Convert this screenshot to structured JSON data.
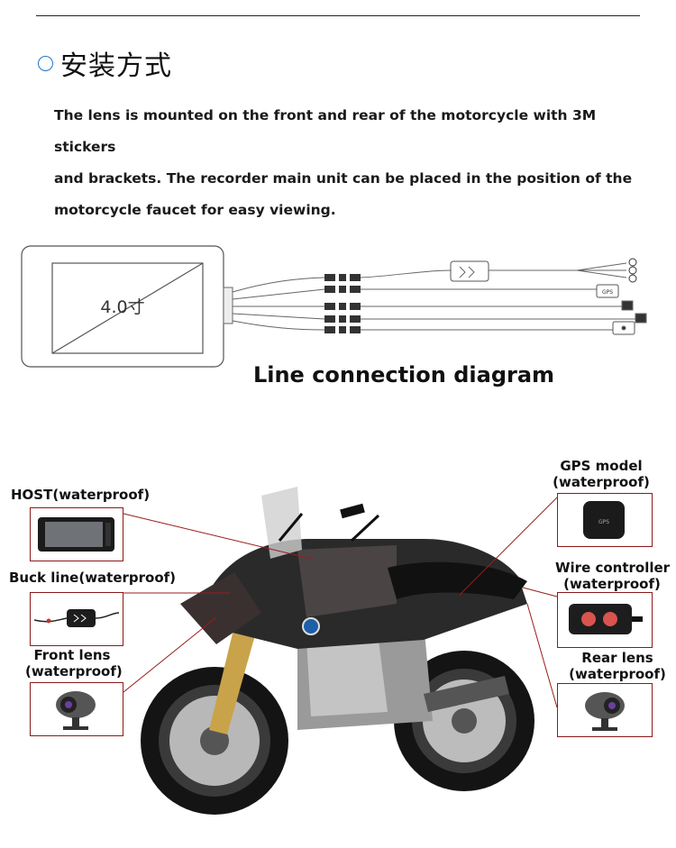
{
  "section": {
    "title": "安装方式",
    "icon": "circle-outline-icon",
    "accent": "#1f73c4"
  },
  "description": {
    "line1": "The lens is mounted on the front and rear of the motorcycle with 3M stickers",
    "line2": "and brackets. The recorder main unit can be placed in the position of the",
    "line3": "motorcycle faucet for easy viewing."
  },
  "wiring_diagram": {
    "screen_label": "4.0寸",
    "gps_label": "GPS",
    "caption": "Line connection diagram"
  },
  "callouts": {
    "host": "HOST(waterproof)",
    "buck_line": "Buck line(waterproof)",
    "front_lens_1": "Front lens",
    "front_lens_2": "(waterproof)",
    "gps_1": "GPS model",
    "gps_2": "(waterproof)",
    "gps_device_text": "GPS",
    "wire_ctrl_1": "Wire controller",
    "wire_ctrl_2": "(waterproof)",
    "rear_lens_1": "Rear lens",
    "rear_lens_2": "(waterproof)",
    "line_color": "#9b1c1c"
  }
}
